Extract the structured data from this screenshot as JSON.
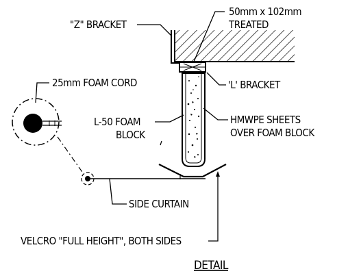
{
  "labels": {
    "z_bracket": "\"Z\" BRACKET",
    "lumber_line1": "50mm x 102mm",
    "lumber_line2": "TREATED",
    "l_bracket": "'L' BRACKET",
    "foam_cord": "25mm FOAM CORD",
    "foam_block_line1": "L-50 FOAM",
    "foam_block_line2": "BLOCK",
    "hmwpe_line1": "HMWPE SHEETS",
    "hmwpe_line2": "OVER FOAM BLOCK",
    "side_curtain": "SIDE CURTAIN",
    "velcro": "VELCRO \"FULL HEIGHT\", BOTH SIDES",
    "title": "DETAIL"
  }
}
